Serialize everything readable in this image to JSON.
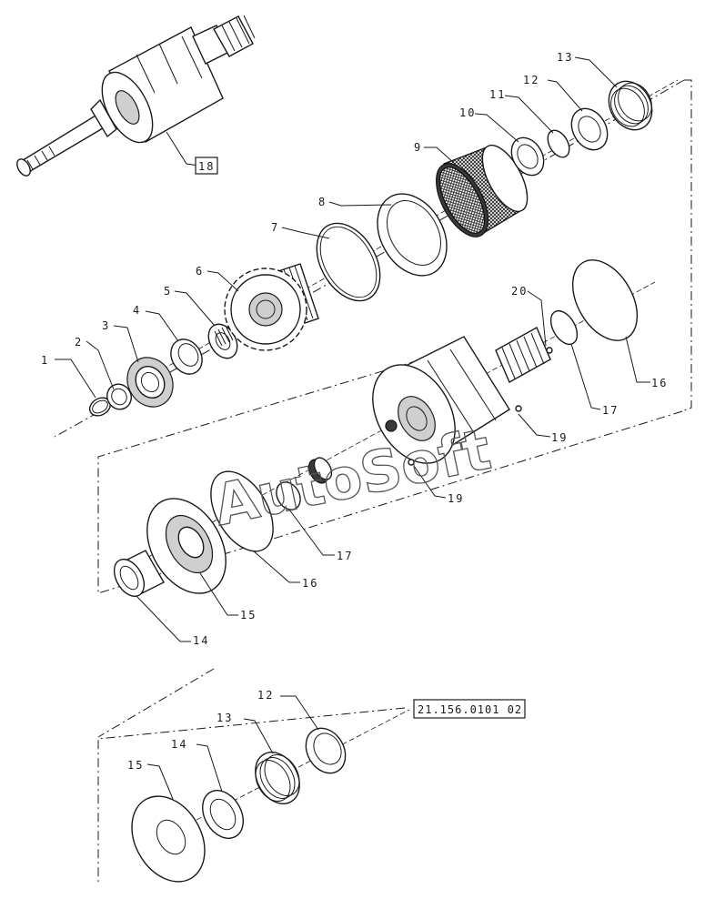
{
  "labels": {
    "l1": "1",
    "l2": "2",
    "l3": "3",
    "l4": "4",
    "l5": "5",
    "l6": "6",
    "l7": "7",
    "l8": "8",
    "l9": "9",
    "l10": "10",
    "l11": "11",
    "l12a": "12",
    "l13a": "13",
    "l16a": "16",
    "l17a": "17",
    "l18": "18",
    "l19a": "19",
    "l19b": "19",
    "l20": "20",
    "l17b": "17",
    "l16b": "16",
    "l15a": "15",
    "l14a": "14",
    "l12b": "12",
    "l13b": "13",
    "l14b": "14",
    "l15b": "15",
    "ref": "21.156.0101 02"
  },
  "watermark": "AutoSoft"
}
